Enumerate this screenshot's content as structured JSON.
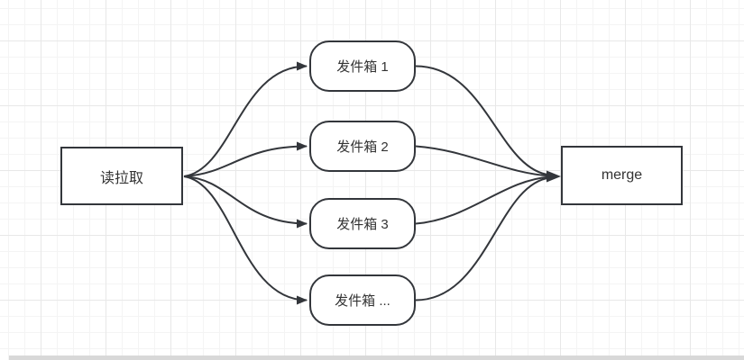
{
  "canvas": {
    "background_color": "#ffffff",
    "grid_major_color": "#e8e8e8",
    "grid_minor_color": "#f4f4f4",
    "shape_stroke_color": "#33363b",
    "shape_fill_color": "#ffffff",
    "text_color": "#333333",
    "scrollbar_color": "#d8d8d8"
  },
  "nodes": {
    "source": {
      "label": "读拉取",
      "shape": "rectangle"
    },
    "outboxes": [
      {
        "label": "发件箱 1",
        "shape": "rounded-rectangle"
      },
      {
        "label": "发件箱 2",
        "shape": "rounded-rectangle"
      },
      {
        "label": "发件箱 3",
        "shape": "rounded-rectangle"
      },
      {
        "label": "发件箱 ...",
        "shape": "rounded-rectangle"
      }
    ],
    "merge": {
      "label": "merge",
      "shape": "rectangle"
    }
  },
  "edges": [
    {
      "from": "读拉取",
      "to": "发件箱 1",
      "style": "curved-arrow"
    },
    {
      "from": "读拉取",
      "to": "发件箱 2",
      "style": "curved-arrow"
    },
    {
      "from": "读拉取",
      "to": "发件箱 3",
      "style": "curved-arrow"
    },
    {
      "from": "读拉取",
      "to": "发件箱 ...",
      "style": "curved-arrow"
    },
    {
      "from": "发件箱 1",
      "to": "merge",
      "style": "curved-arrow"
    },
    {
      "from": "发件箱 2",
      "to": "merge",
      "style": "curved-arrow"
    },
    {
      "from": "发件箱 3",
      "to": "merge",
      "style": "curved-arrow"
    },
    {
      "from": "发件箱 ...",
      "to": "merge",
      "style": "curved-arrow"
    }
  ]
}
